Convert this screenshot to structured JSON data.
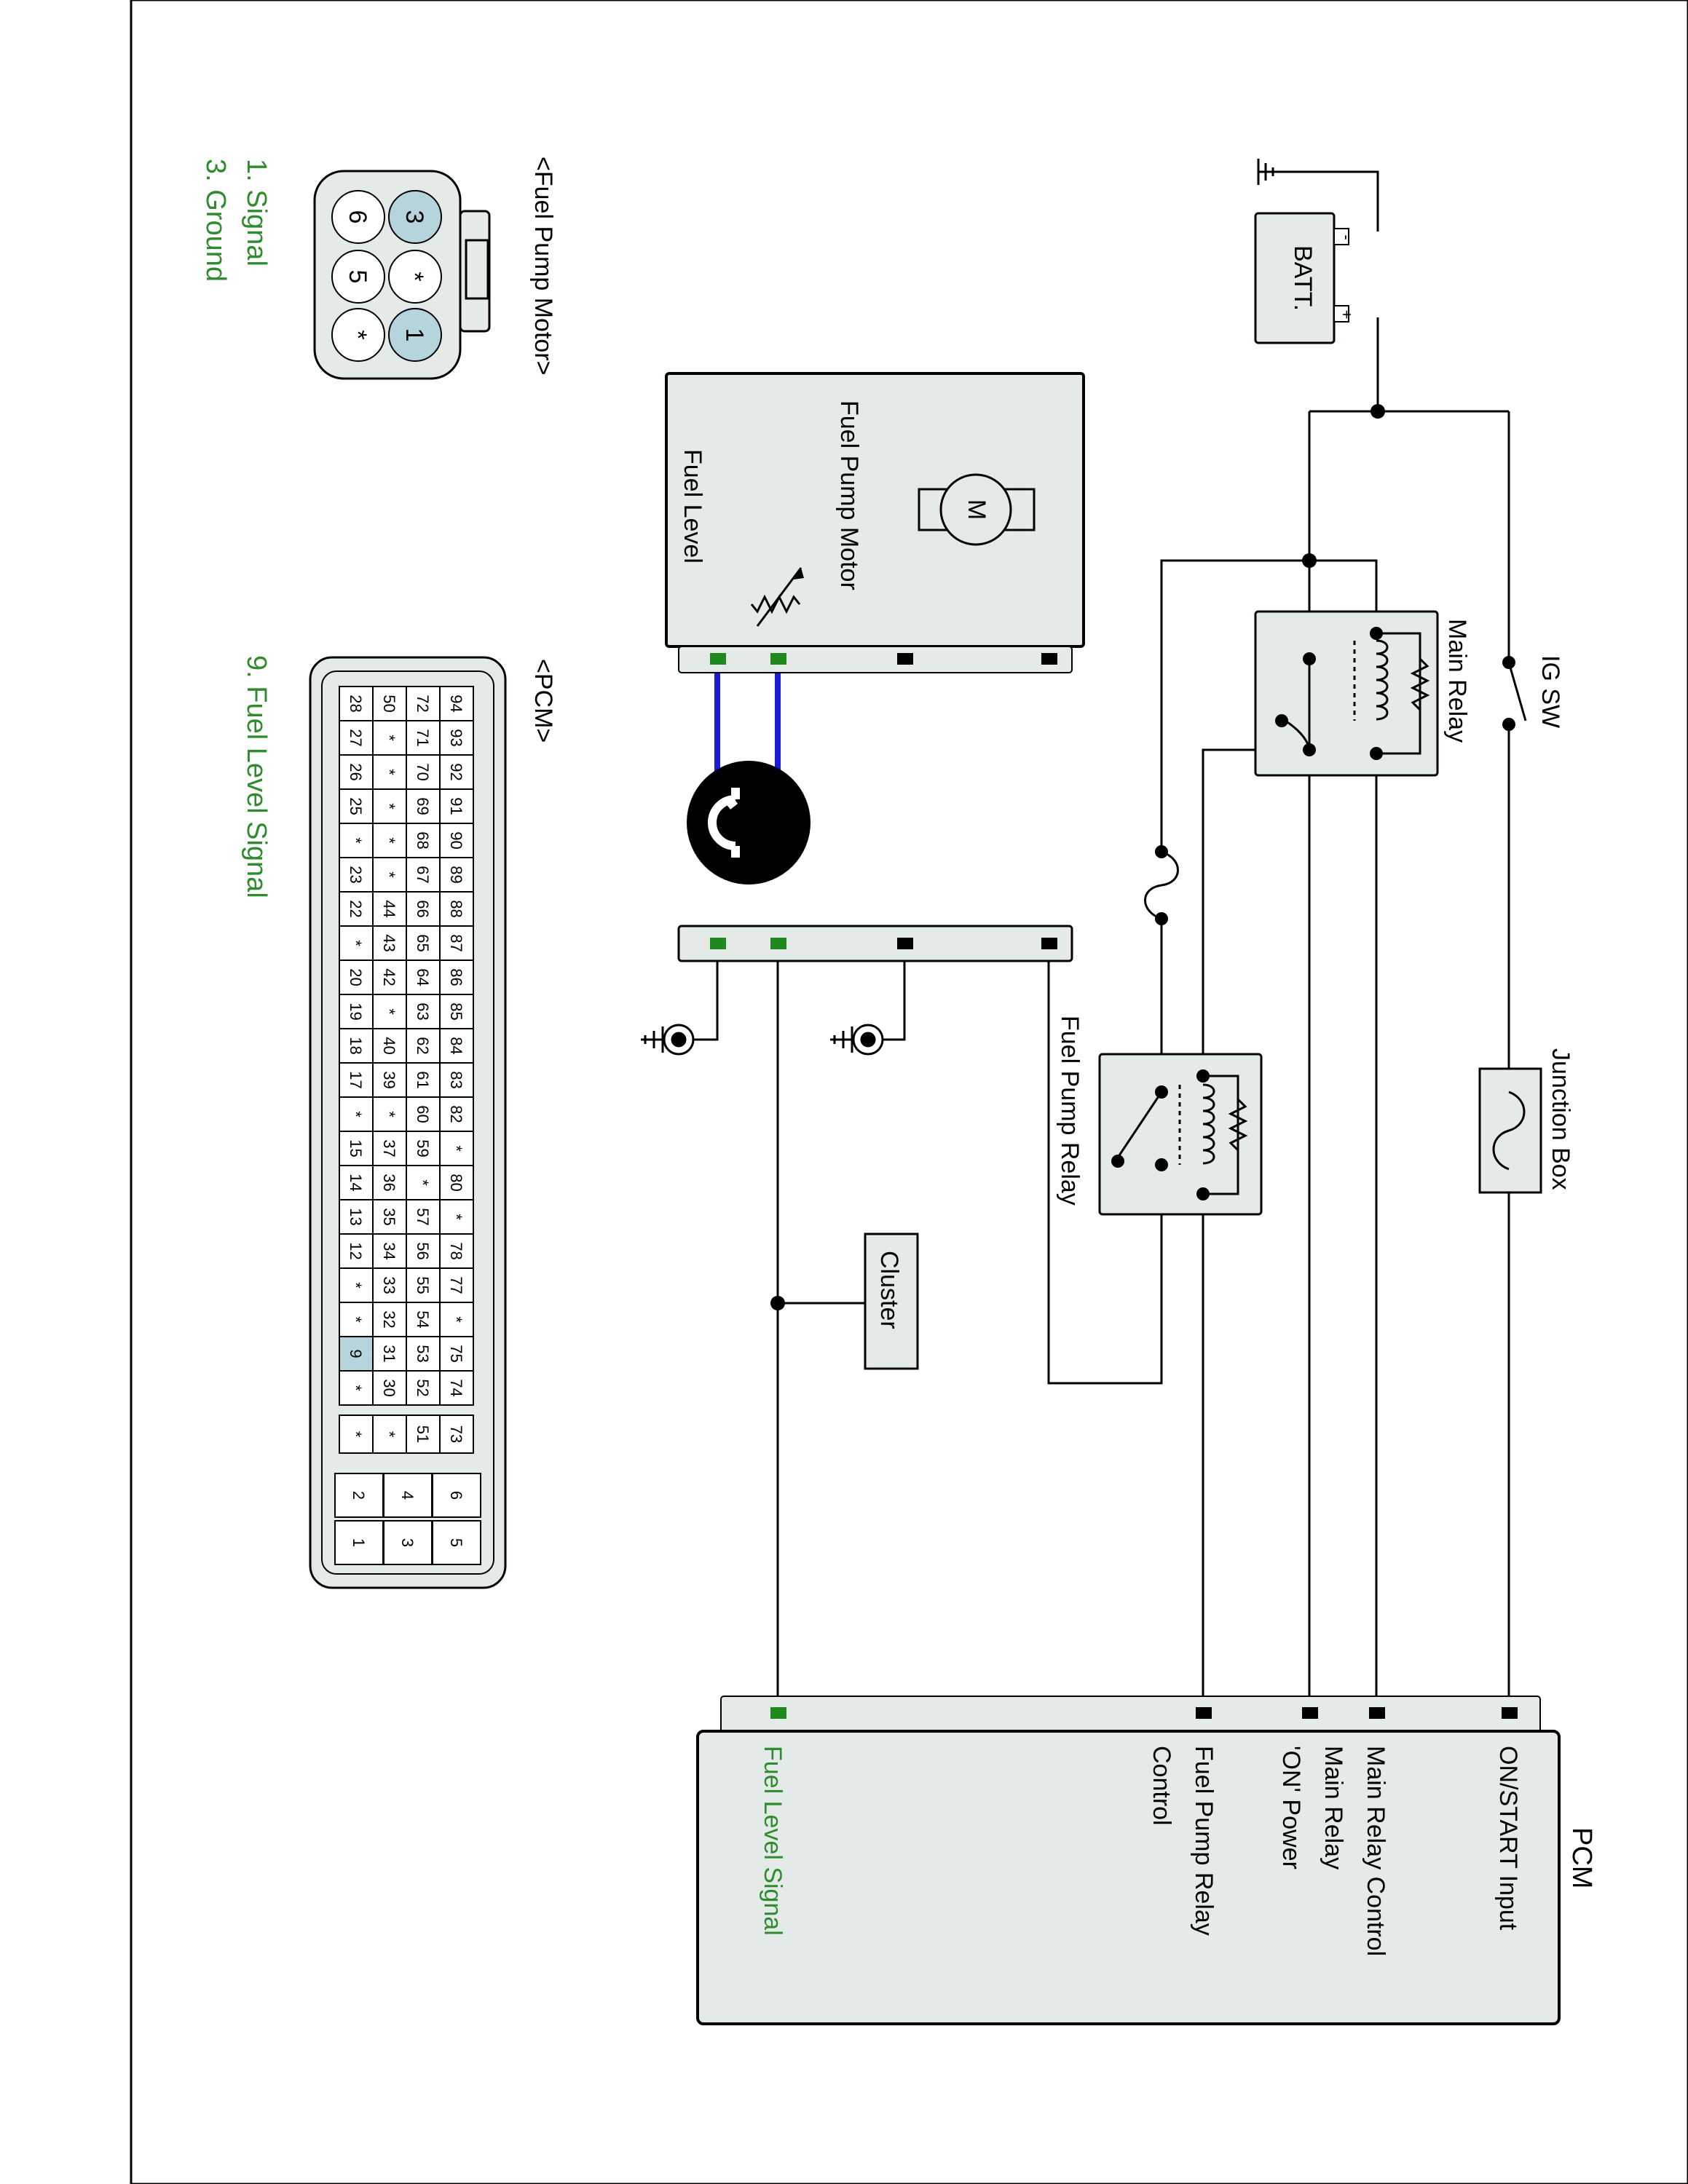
{
  "colors": {
    "box_fill": "#e4eae8",
    "pin_highlight": "#b5d4dc",
    "legend_green": "#2e8b2e",
    "wire_blue": "#1a1adc",
    "pin_green": "#1e8a1e",
    "line": "#000000"
  },
  "diagram": {
    "battery": {
      "label": "BATT.",
      "plus": "+",
      "minus": "-"
    },
    "ig_switch": {
      "label": "IG SW"
    },
    "junction_box": {
      "label": "Junction Box"
    },
    "main_relay": {
      "label": "Main Relay"
    },
    "fuel_pump_relay": {
      "label": "Fuel Pump Relay"
    },
    "cluster": {
      "label": "Cluster"
    },
    "fuel_pump_motor": {
      "title": "Fuel Pump Motor",
      "sender": "Fuel Level",
      "motor_symbol": "M"
    },
    "pcm": {
      "title": "PCM",
      "pins": [
        "ON/START Input",
        "Main Relay Control",
        "Main Relay",
        "'ON' Power",
        "Fuel Pump Relay",
        "Control",
        "Fuel Level Signal"
      ]
    }
  },
  "connectors": {
    "fuel_pump_motor": {
      "title": "<Fuel Pump Motor>",
      "pins": [
        "3",
        "*",
        "1",
        "6",
        "5",
        "*"
      ],
      "legend": [
        "1. Signal",
        "3. Ground"
      ]
    },
    "pcm": {
      "title": "<PCM>",
      "rows": [
        [
          "94",
          "93",
          "92",
          "91",
          "90",
          "89",
          "88",
          "87",
          "86",
          "85",
          "84",
          "83",
          "82",
          "*",
          "80",
          "*",
          "78",
          "77",
          "*",
          "75",
          "74"
        ],
        [
          "72",
          "71",
          "70",
          "69",
          "68",
          "67",
          "66",
          "65",
          "64",
          "63",
          "62",
          "61",
          "60",
          "59",
          "*",
          "57",
          "56",
          "55",
          "54",
          "53",
          "52"
        ],
        [
          "50",
          "*",
          "*",
          "*",
          "*",
          "*",
          "44",
          "43",
          "42",
          "*",
          "40",
          "39",
          "*",
          "37",
          "36",
          "35",
          "34",
          "33",
          "32",
          "31",
          "30"
        ],
        [
          "28",
          "27",
          "26",
          "25",
          "*",
          "23",
          "22",
          "*",
          "20",
          "19",
          "18",
          "17",
          "*",
          "15",
          "14",
          "13",
          "12",
          "*",
          "*",
          "9",
          "*"
        ]
      ],
      "extra_rows": [
        [
          "73",
          "51",
          "*",
          "*"
        ]
      ],
      "small_block": [
        [
          "6",
          "4",
          "2"
        ],
        [
          "5",
          "3",
          "1"
        ]
      ],
      "legend": [
        "9. Fuel Level Signal"
      ]
    }
  }
}
